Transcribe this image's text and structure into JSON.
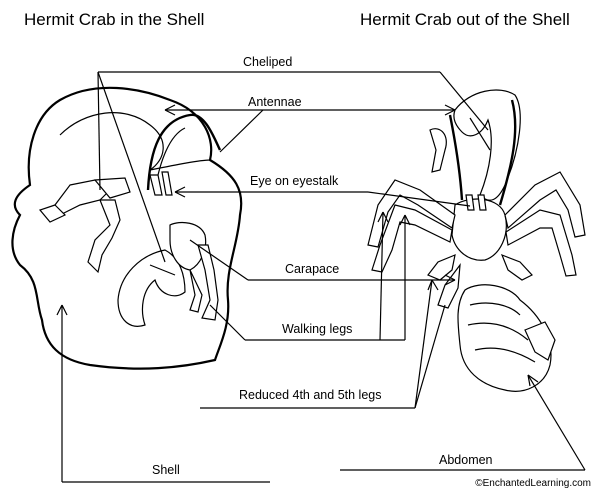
{
  "titles": {
    "left": "Hermit Crab in the Shell",
    "right": "Hermit Crab out of the Shell"
  },
  "labels": {
    "cheliped": "Cheliped",
    "antennae": "Antennae",
    "eye": "Eye on eyestalk",
    "carapace": "Carapace",
    "walking_legs": "Walking legs",
    "reduced_legs": "Reduced 4th and 5th legs",
    "shell": "Shell",
    "abdomen": "Abdomen"
  },
  "credit": "©EnchantedLearning.com"
}
